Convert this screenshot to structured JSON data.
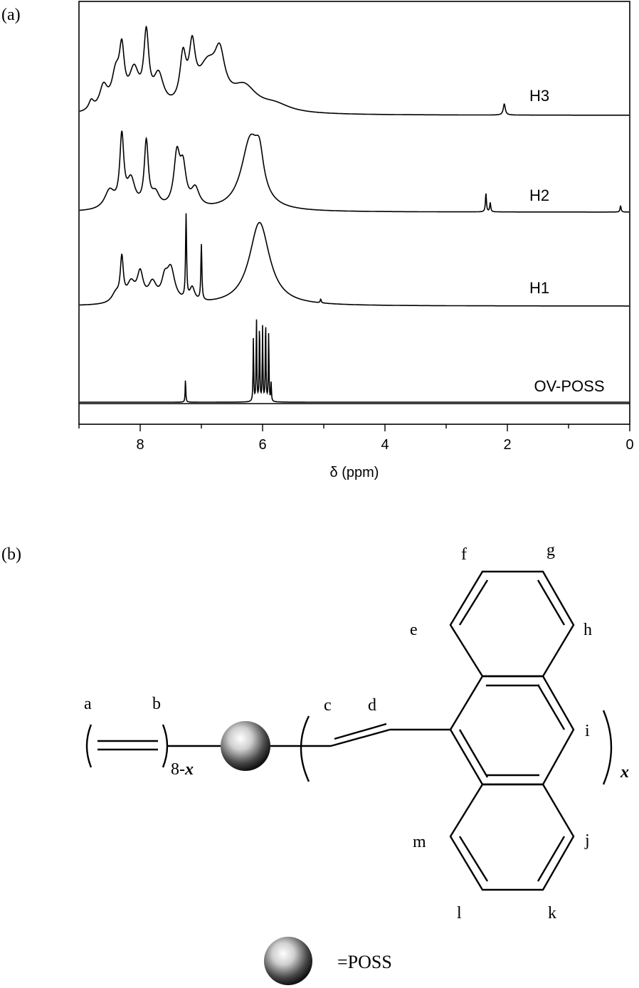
{
  "panel_a_label": "(a)",
  "panel_b_label": "(b)",
  "chart_data": {
    "type": "line",
    "title": "",
    "xlabel": "δ (ppm)",
    "ylabel": "",
    "xlim": [
      9.0,
      0.0
    ],
    "x_reversed": true,
    "x_ticks": [
      8,
      6,
      4,
      2,
      0
    ],
    "grid": false,
    "legend": "none",
    "series": [
      {
        "name": "H3",
        "offset": 3,
        "peaks": [
          [
            8.8,
            0.1,
            0.05
          ],
          [
            8.6,
            0.25,
            0.08
          ],
          [
            8.4,
            0.35,
            0.08
          ],
          [
            8.3,
            0.55,
            0.05
          ],
          [
            8.1,
            0.4,
            0.1
          ],
          [
            7.9,
            0.75,
            0.05
          ],
          [
            7.7,
            0.35,
            0.1
          ],
          [
            7.3,
            0.5,
            0.06
          ],
          [
            7.15,
            0.55,
            0.06
          ],
          [
            6.9,
            0.45,
            0.2
          ],
          [
            6.7,
            0.45,
            0.1
          ],
          [
            6.3,
            0.25,
            0.25
          ],
          [
            5.8,
            0.08,
            0.3
          ],
          [
            2.05,
            0.12,
            0.02
          ]
        ]
      },
      {
        "name": "H2",
        "offset": 2,
        "peaks": [
          [
            8.5,
            0.2,
            0.1
          ],
          [
            8.3,
            0.75,
            0.04
          ],
          [
            8.15,
            0.3,
            0.08
          ],
          [
            7.9,
            0.7,
            0.04
          ],
          [
            7.75,
            0.15,
            0.08
          ],
          [
            7.4,
            0.55,
            0.06
          ],
          [
            7.3,
            0.4,
            0.06
          ],
          [
            7.1,
            0.2,
            0.08
          ],
          [
            6.2,
            0.75,
            0.18
          ],
          [
            6.05,
            0.35,
            0.08
          ],
          [
            2.35,
            0.2,
            0.01
          ],
          [
            2.28,
            0.1,
            0.01
          ],
          [
            0.15,
            0.07,
            0.01
          ]
        ]
      },
      {
        "name": "H1",
        "offset": 1,
        "peaks": [
          [
            8.4,
            0.1,
            0.08
          ],
          [
            8.3,
            0.45,
            0.03
          ],
          [
            8.15,
            0.2,
            0.08
          ],
          [
            8.0,
            0.3,
            0.06
          ],
          [
            7.8,
            0.2,
            0.08
          ],
          [
            7.6,
            0.2,
            0.06
          ],
          [
            7.5,
            0.35,
            0.08
          ],
          [
            7.25,
            0.9,
            0.01
          ],
          [
            7.15,
            0.15,
            0.05
          ],
          [
            7.0,
            0.6,
            0.01
          ],
          [
            6.05,
            0.9,
            0.2
          ],
          [
            5.05,
            0.04,
            0.01
          ]
        ]
      },
      {
        "name": "OV-POSS",
        "offset": 0,
        "peaks": [
          [
            7.26,
            0.25,
            0.006
          ],
          [
            6.15,
            0.7,
            0.006
          ],
          [
            6.1,
            0.9,
            0.006
          ],
          [
            6.05,
            0.85,
            0.006
          ],
          [
            6.0,
            0.8,
            0.006
          ],
          [
            5.95,
            0.9,
            0.006
          ],
          [
            5.9,
            0.75,
            0.006
          ],
          [
            5.86,
            0.2,
            0.006
          ]
        ]
      }
    ]
  },
  "structure": {
    "labels": [
      "a",
      "b",
      "c",
      "d",
      "e",
      "f",
      "g",
      "h",
      "i",
      "j",
      "k",
      "l",
      "m"
    ],
    "subscript_8x": "8-",
    "subscript_x": "x",
    "legend_text": "=POSS"
  }
}
